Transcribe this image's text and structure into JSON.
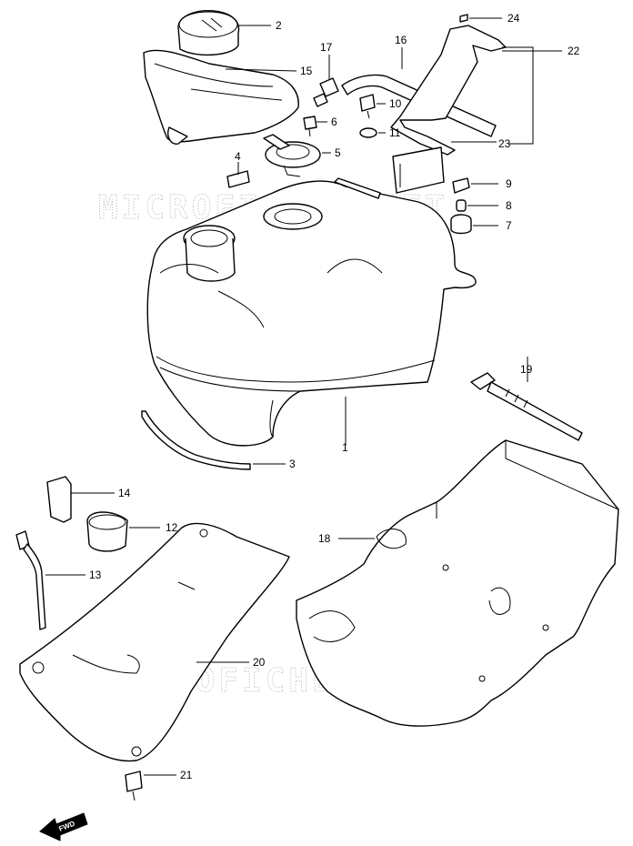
{
  "watermark": "MICROFICHES.NET",
  "fwd_label": "FWD",
  "callouts": {
    "c1": "1",
    "c2": "2",
    "c3": "3",
    "c4": "4",
    "c5": "5",
    "c6": "6",
    "c7": "7",
    "c8": "8",
    "c9": "9",
    "c10": "10",
    "c11": "11",
    "c12": "12",
    "c13": "13",
    "c14": "14",
    "c15": "15",
    "c16": "16",
    "c17": "17",
    "c18": "18",
    "c19": "19",
    "c20": "20",
    "c21": "21",
    "c22": "22",
    "c23": "23",
    "c24": "24"
  }
}
